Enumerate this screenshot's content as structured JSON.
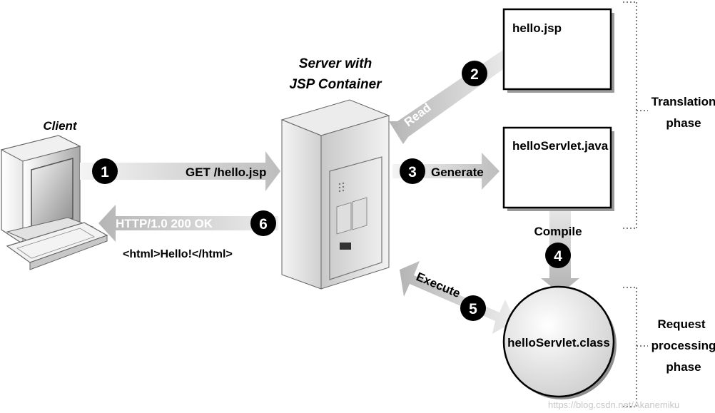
{
  "labels": {
    "client": "Client",
    "server_line1": "Server with",
    "server_line2": "JSP Container",
    "get_request": "GET /hello.jsp",
    "http_response": "HTTP/1.0 200 OK",
    "html_body": "<html>Hello!</html>",
    "read": "Read",
    "generate": "Generate",
    "compile": "Compile",
    "execute": "Execute",
    "translation_line1": "Translation",
    "translation_line2": "phase",
    "request_line1": "Request",
    "request_line2": "processing",
    "request_line3": "phase",
    "watermark": "https://blog.csdn.net/Akanemiku"
  },
  "files": {
    "jsp": "hello.jsp",
    "java": "helloServlet.java",
    "class": "helloServlet.class"
  },
  "steps": {
    "s1": "1",
    "s2": "2",
    "s3": "3",
    "s4": "4",
    "s5": "5",
    "s6": "6"
  }
}
